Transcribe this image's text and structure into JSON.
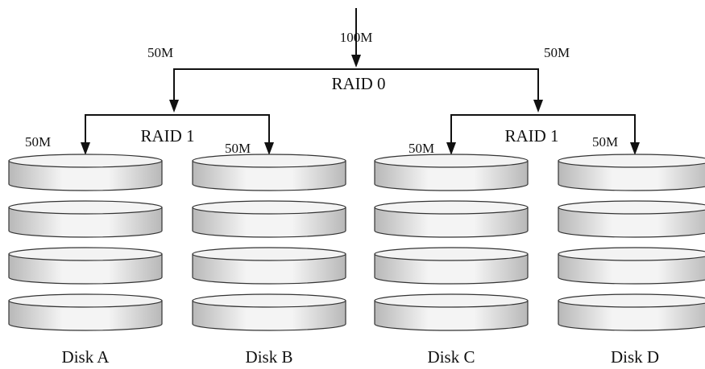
{
  "input": {
    "label": "100M"
  },
  "raid0": {
    "label": "RAID 0",
    "left_label": "50M",
    "right_label": "50M"
  },
  "raid1_groups": [
    {
      "label": "RAID 1",
      "left_label": "50M",
      "right_label": "50M"
    },
    {
      "label": "RAID 1",
      "left_label": "50M",
      "right_label": "50M"
    }
  ],
  "disks": [
    {
      "label": "Disk A",
      "platters": 4
    },
    {
      "label": "Disk B",
      "platters": 4
    },
    {
      "label": "Disk C",
      "platters": 4
    },
    {
      "label": "Disk D",
      "platters": 4
    }
  ],
  "colors": {
    "line": "#111111",
    "platter_top": "#f3f3f3",
    "platter_side_dark": "#b8b8b8",
    "platter_side_light": "#f4f4f4"
  }
}
